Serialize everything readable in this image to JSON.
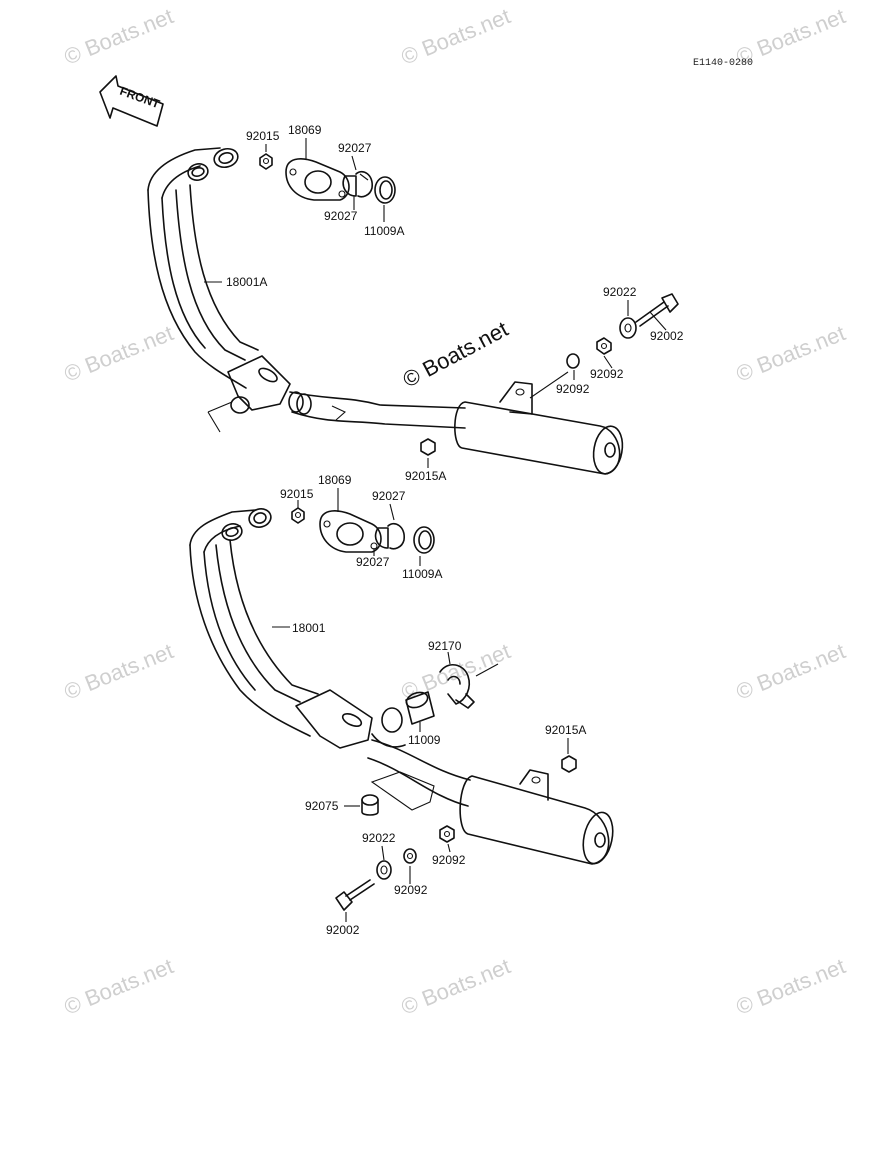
{
  "diagram_code": "E1140-0280",
  "front_label": "FRONT",
  "watermark": "© Boats.net",
  "colors": {
    "line": "#111111",
    "watermark": "#cfcfcf"
  },
  "upper": {
    "gasket_nut": "92015",
    "flange": "18069",
    "collar_a": "92027",
    "collar_b": "92027",
    "gasket": "11009A",
    "pipe": "18001A",
    "washer": "92022",
    "bolt": "92002",
    "nut_a": "92092",
    "nut_b": "92092",
    "muffler_nut": "92015A"
  },
  "lower": {
    "gasket_nut": "92015",
    "flange": "18069",
    "collar_a": "92027",
    "collar_b": "92027",
    "gasket": "11009A",
    "pipe": "18001",
    "clamp": "92170",
    "joint_gasket": "11009",
    "muffler_nut": "92015A",
    "damper": "92075",
    "washer": "92022",
    "nut_a": "92092",
    "nut_b": "92092",
    "bolt": "92002"
  }
}
